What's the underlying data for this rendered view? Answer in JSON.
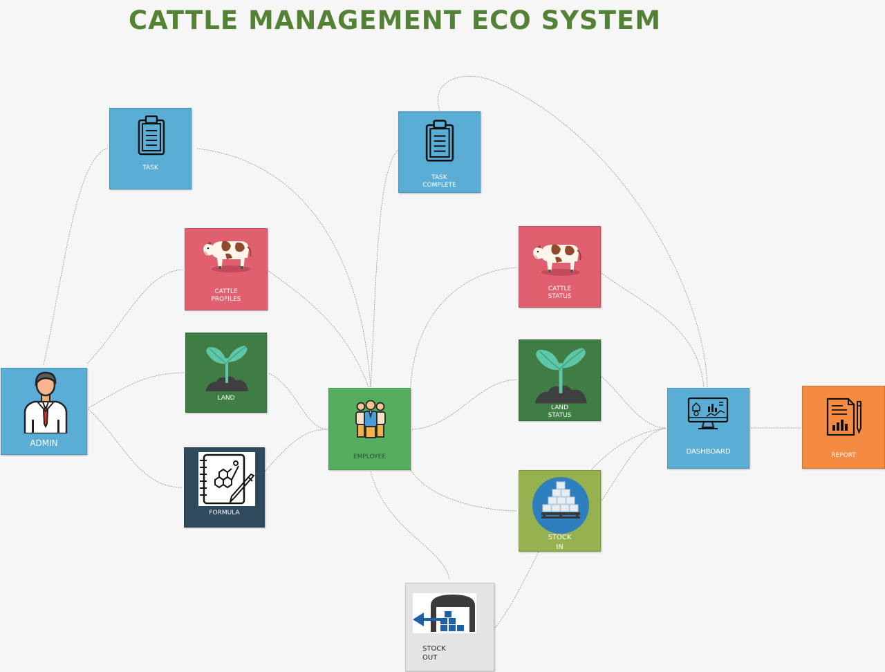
{
  "title": "CATTLE MANAGEMENT ECO SYSTEM",
  "colors": {
    "title": "#548235",
    "blue": "#5aaed6",
    "red": "#e06070",
    "green_dark": "#3f7d44",
    "green_emp": "#55ad5f",
    "navy": "#2f4a5c",
    "olive": "#95b150",
    "orange": "#f58a43",
    "grey": "#e4e3e6"
  },
  "nodes": {
    "admin": {
      "label": "ADMIN",
      "icon": "admin-person-icon"
    },
    "task": {
      "label": "TASK",
      "icon": "clipboard-icon"
    },
    "task_complete": {
      "label": "TASK\nCOMPLETE",
      "icon": "clipboard-icon"
    },
    "cattle_profiles": {
      "label": "CATTLE\nPROFILES",
      "icon": "cow-icon"
    },
    "land": {
      "label": "LAND",
      "icon": "sprout-icon"
    },
    "formula": {
      "label": "FORMULA",
      "icon": "formula-notebook-icon"
    },
    "employee": {
      "label": "EMPLOYEE",
      "icon": "people-group-icon"
    },
    "cattle_status": {
      "label": "CATTLE\nSTATUS",
      "icon": "cow-icon"
    },
    "land_status": {
      "label": "LAND\nSTATUS",
      "icon": "sprout-icon"
    },
    "stock_in": {
      "label": "STOCK\nIN",
      "icon": "pallet-boxes-icon"
    },
    "stock_out": {
      "label": "STOCK\nOUT",
      "icon": "warehouse-out-icon"
    },
    "dashboard": {
      "label": "DASHBOARD",
      "icon": "monitor-dashboard-icon"
    },
    "report": {
      "label": "REPORT",
      "icon": "report-chart-icon"
    }
  }
}
